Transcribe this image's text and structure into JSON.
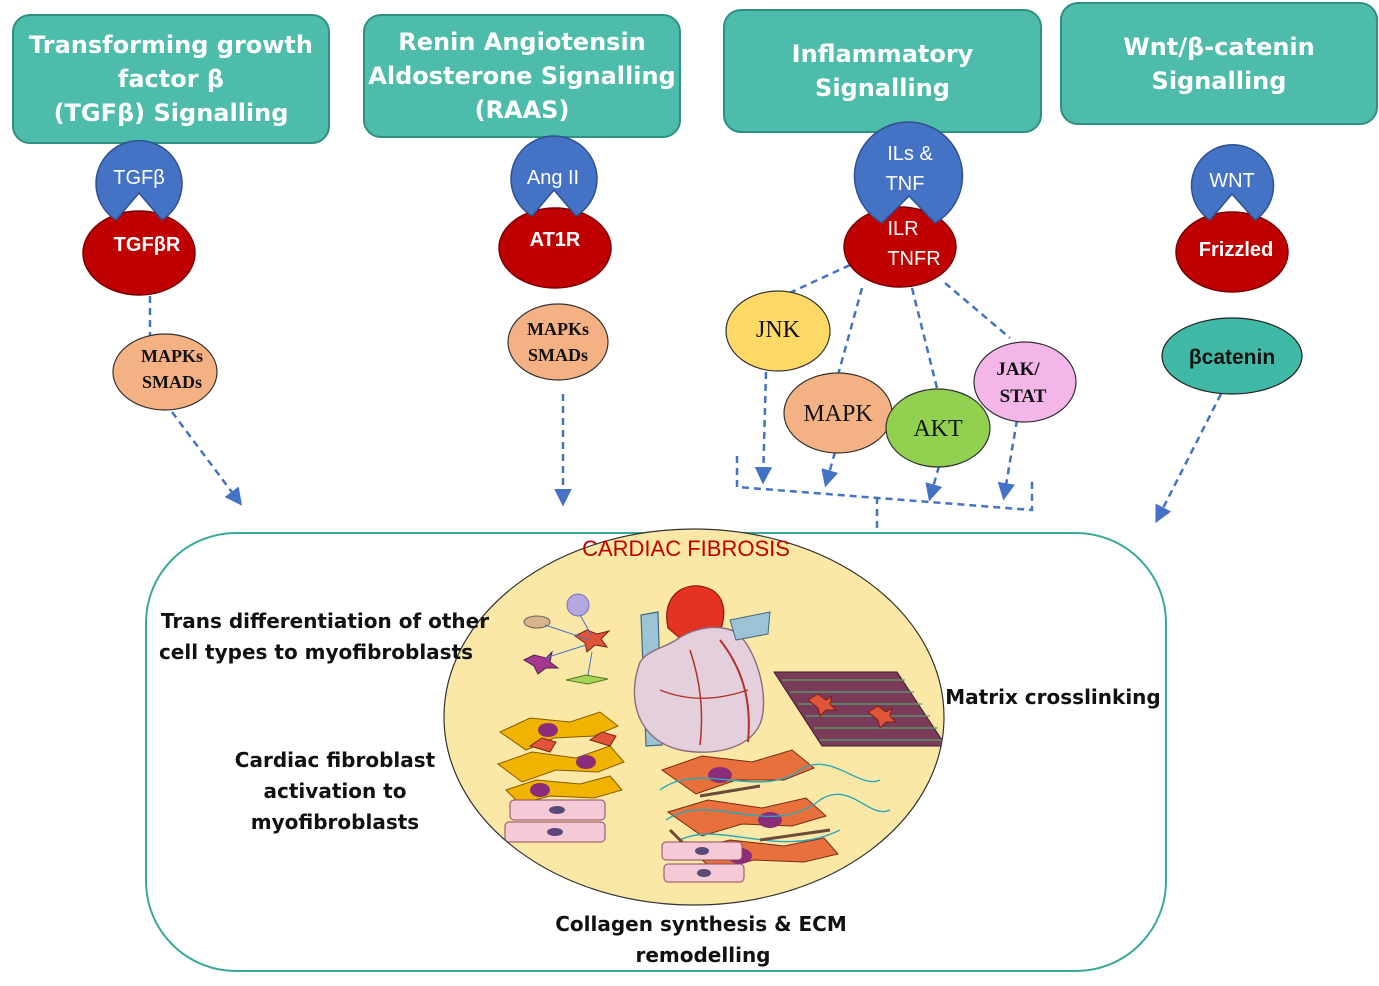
{
  "headers": {
    "tgf": [
      "Transforming growth",
      "factor β",
      "(TGFβ) Signalling"
    ],
    "raas": [
      "Renin Angiotensin",
      "Aldosterone Signalling",
      "(RAAS)"
    ],
    "inflam": [
      "Inflammatory",
      "Signalling"
    ],
    "wnt": [
      "Wnt/β-catenin",
      "Signalling"
    ]
  },
  "ligands": {
    "tgf": "TGFβ",
    "raas": "Ang II",
    "inflam": [
      "ILs &",
      "TNF"
    ],
    "wnt": "WNT"
  },
  "receptors": {
    "tgf": "TGFβR",
    "raas": "AT1R",
    "inflam": [
      "ILR",
      "TNFR"
    ],
    "wnt": "Frizzled"
  },
  "mediators": {
    "tgf": [
      "MAPKs",
      "SMADs"
    ],
    "raas": [
      "MAPKs",
      "SMADs"
    ],
    "jnk": "JNK",
    "mapk": "MAPK",
    "akt": "AKT",
    "jakstat": [
      "JAK/",
      "STAT"
    ],
    "bcatenin": "βcatenin"
  },
  "fibrosis": {
    "title": "CARDIAC FIBROSIS",
    "trans_diff": [
      "Trans differentiation of other",
      "cell types to myofibroblasts"
    ],
    "matrix": "Matrix crosslinking",
    "activation": [
      "Cardiac fibroblast",
      "activation to",
      "myofibroblasts"
    ],
    "collagen": [
      "Collagen synthesis & ECM",
      "remodelling"
    ]
  },
  "colors": {
    "header_fill": "#4dbcab",
    "ligand_blue": "#4472c4",
    "receptor_red": "#c00000",
    "mapk_orange": "#f4b183",
    "jnk_yellow": "#ffd966",
    "akt_green": "#92d050",
    "jak_pink": "#f4b6e8",
    "bcatenin_teal": "#3fb9a6",
    "arrow_blue": "#4472c4",
    "oval_yellow": "#fbe8a6",
    "title_red": "#c00000"
  }
}
